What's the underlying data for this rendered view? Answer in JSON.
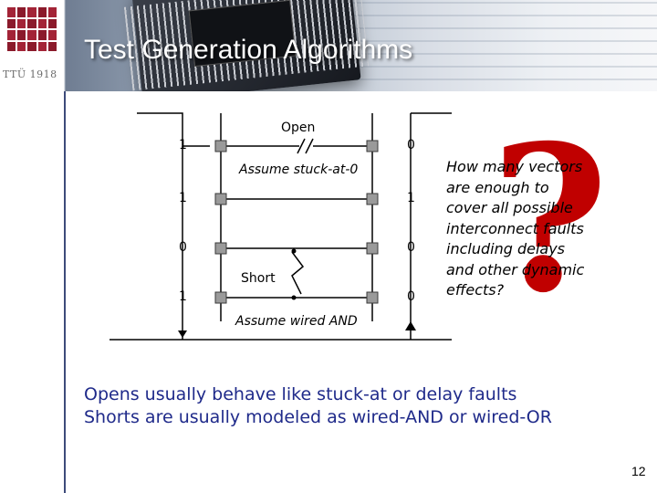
{
  "slide": {
    "title": "Test Generation Algorithms",
    "logo_text": "TTÜ 1918",
    "page_number": "12"
  },
  "diagram": {
    "left_values": [
      "1",
      "1",
      "0",
      "1"
    ],
    "right_values": [
      "0",
      "1",
      "0",
      "0"
    ],
    "open_label": "Open",
    "open_note": "Assume stuck-at-0",
    "short_label": "Short",
    "short_note": "Assume wired AND"
  },
  "question": {
    "mark": "?",
    "lines": [
      "How many vectors",
      "are enough to",
      "cover all possible",
      "interconnect faults",
      "including delays",
      "and other dynamic",
      "effects?"
    ]
  },
  "summary": [
    "Opens usually behave like stuck-at or delay faults",
    "Shorts are usually modeled as wired-AND or wired-OR"
  ],
  "colors": {
    "title_text": "#ffffff",
    "summary_text": "#1f2a8a",
    "question_mark": "#c00000",
    "logo": "#8b1a2b"
  }
}
